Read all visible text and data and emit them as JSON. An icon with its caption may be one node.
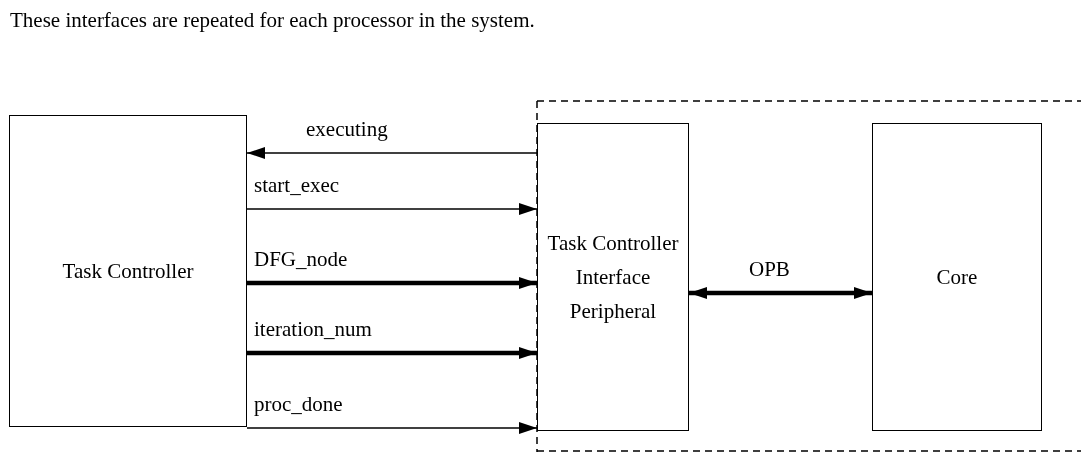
{
  "diagram": {
    "title": "These interfaces are repeated for each processor in the system.",
    "nodes": [
      {
        "text": [
          "Task Controller"
        ]
      },
      {
        "text": [
          "Task Controller Interface Peripheral"
        ]
      },
      {
        "text": [
          "Core"
        ]
      }
    ],
    "edges": [
      {
        "from": 1,
        "to": 0,
        "arrow": "to",
        "label": "executing"
      },
      {
        "from": 0,
        "to": 1,
        "arrow": "to",
        "label": "start_exec"
      },
      {
        "from": 0,
        "to": 1,
        "arrow": "to",
        "label": "DFG_node",
        "style": "thick"
      },
      {
        "from": 0,
        "to": 1,
        "arrow": "to",
        "label": "iteration_num",
        "style": "thick"
      },
      {
        "from": 0,
        "to": 1,
        "arrow": "to",
        "label": "proc_done"
      },
      {
        "from": 1,
        "to": 2,
        "arrow": "both",
        "label": "OPB",
        "style": "thick"
      }
    ]
  }
}
